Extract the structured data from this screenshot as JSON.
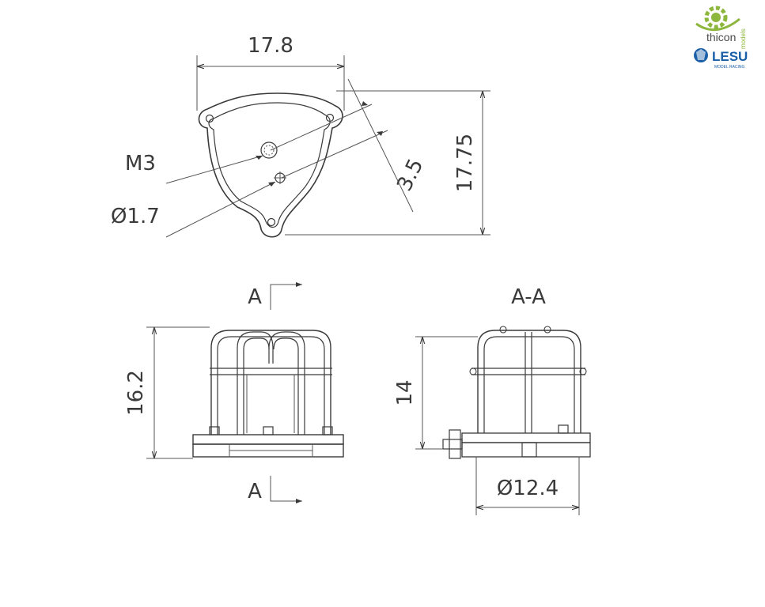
{
  "drawing": {
    "top_view": {
      "width_dim": "17.8",
      "height_dim": "17.75",
      "offset_dim": "3.5",
      "thread_label": "M3",
      "hole_label": "Ø1.7"
    },
    "front_view": {
      "section_label_top": "A",
      "section_label_bottom": "A",
      "height_dim": "16.2"
    },
    "section_view": {
      "title": "A-A",
      "height_dim": "14",
      "diameter_dim": "Ø12.4"
    }
  },
  "logos": {
    "thicon": "thicon",
    "thicon_sub": "models",
    "lesu": "LESU",
    "lesu_sub": "MODEL RACING",
    "colors": {
      "thicon_green": "#8cb63c",
      "thicon_text": "#4a4a4a",
      "lesu_blue": "#1a5fa8"
    }
  }
}
